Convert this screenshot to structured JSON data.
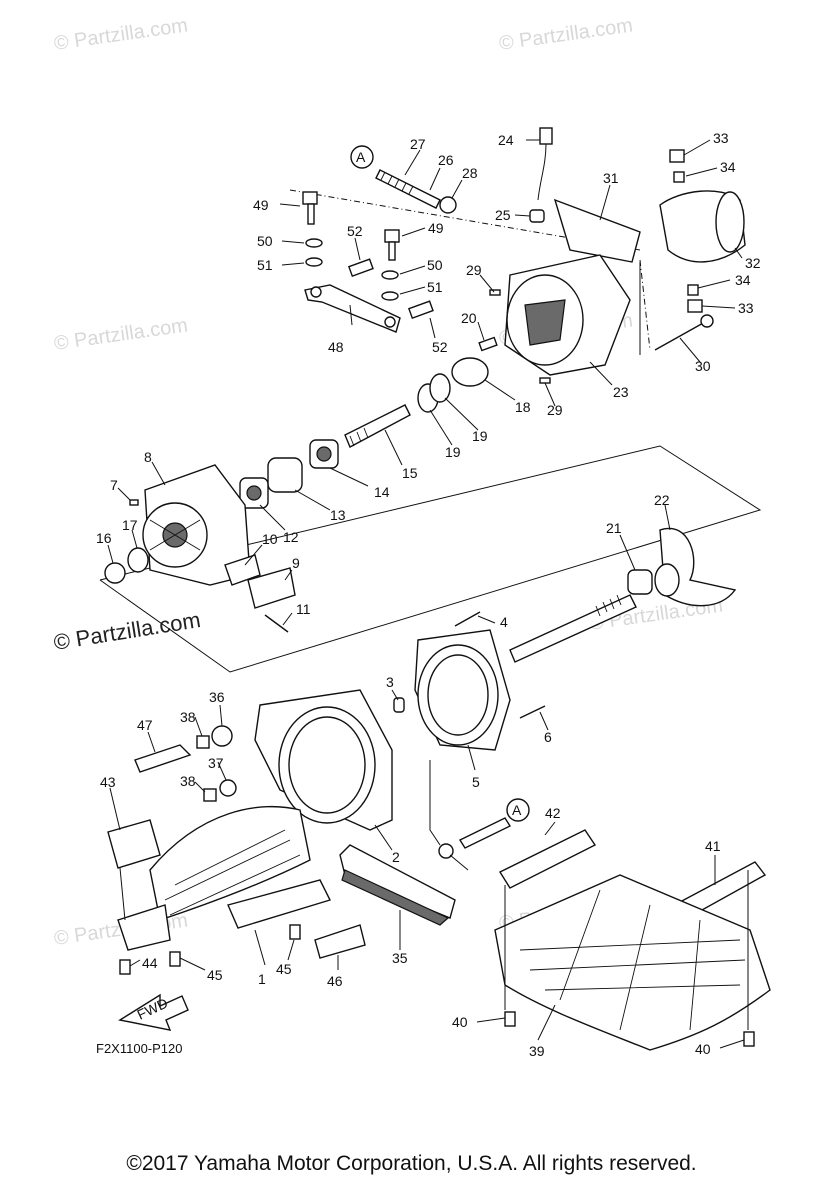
{
  "watermarks": {
    "small": "© Partzilla.com",
    "main": "© Partzilla.com"
  },
  "diagram_code": "F2X1100-P120",
  "fwd_label": "FWD",
  "ref_marker": "A",
  "callouts": [
    "1",
    "2",
    "3",
    "4",
    "5",
    "6",
    "7",
    "8",
    "9",
    "10",
    "11",
    "12",
    "13",
    "14",
    "15",
    "16",
    "17",
    "18",
    "19",
    "20",
    "21",
    "22",
    "23",
    "24",
    "25",
    "26",
    "27",
    "28",
    "29",
    "30",
    "31",
    "32",
    "33",
    "34",
    "35",
    "36",
    "37",
    "38",
    "39",
    "40",
    "41",
    "42",
    "43",
    "44",
    "45",
    "46",
    "47",
    "48",
    "49",
    "50",
    "51",
    "52"
  ],
  "copyright": "©2017  Yamaha Motor Corporation, U.S.A. All rights reserved.",
  "colors": {
    "line": "#111111",
    "watermark": "#d8d8d8",
    "background": "#ffffff"
  }
}
